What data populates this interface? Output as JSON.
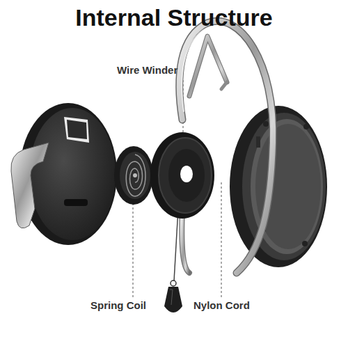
{
  "diagram": {
    "title": "Internal Structure",
    "labels": [
      "Wire Winder",
      "Spring Coil",
      "Nylon Cord"
    ]
  }
}
